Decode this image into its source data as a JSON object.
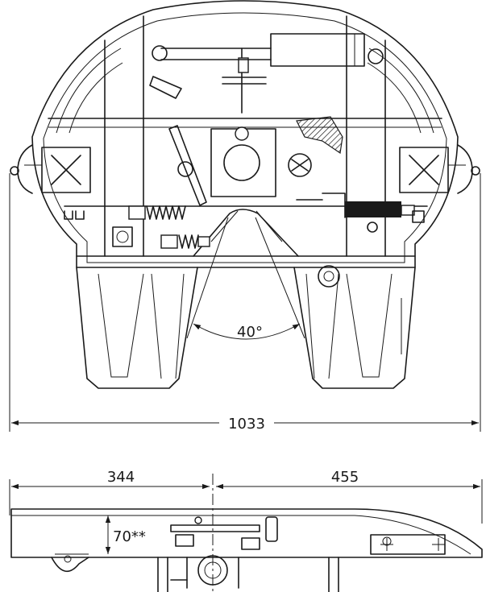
{
  "dimensions": {
    "angle": "40°",
    "overall_width": "1033",
    "front_length": "344",
    "rear_length": "455",
    "height": "70**"
  }
}
